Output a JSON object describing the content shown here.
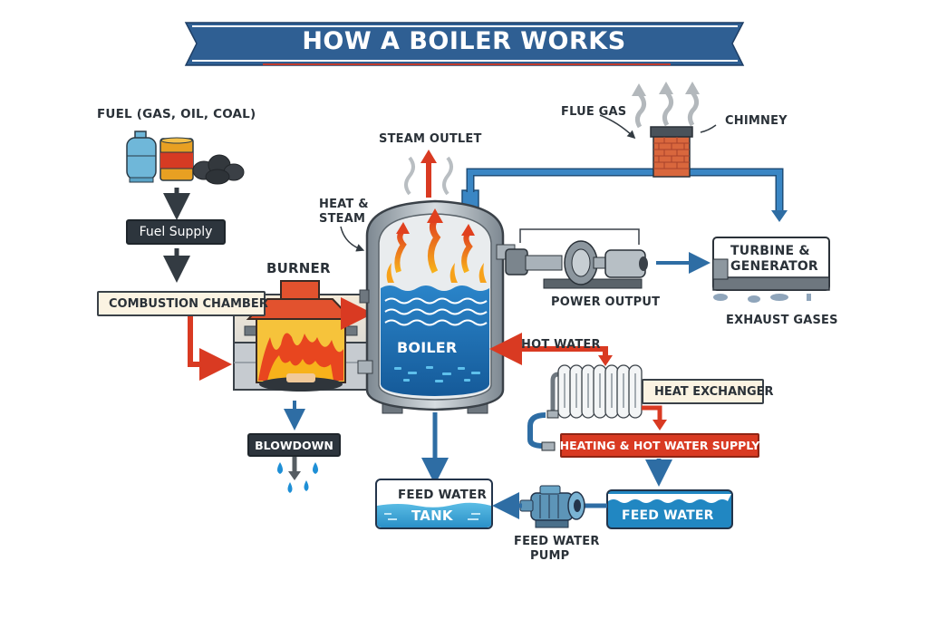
{
  "title": "HOW A BOILER WORKS",
  "colors": {
    "banner_blue": "#2f5f93",
    "banner_red": "#c0392b",
    "pipe_blue": "#2e6da4",
    "flow_red": "#d93a22",
    "dark_label": "#2d353d",
    "cream_label": "#fbf3e2",
    "water_blue": "#1f6fb4",
    "steel_gray": "#8f9aa3"
  },
  "labels": {
    "fuel": "FUEL (GAS, OIL, COAL)",
    "fuel_supply": "Fuel Supply",
    "burner": "BURNER",
    "combustion_chamber": "COMBUSTION CHAMBER",
    "blowdown": "BLOWDOWN",
    "steam_outlet": "STEAM OUTLET",
    "heat_steam_line1": "HEAT &",
    "heat_steam_line2": "STEAM",
    "boiler": "BOILER",
    "flue_gas": "FLUE GAS",
    "chimney": "CHIMNEY",
    "turbine_line1": "TURBINE &",
    "turbine_line2": "GENERATOR",
    "power_output": "POWER OUTPUT",
    "exhaust_gases": "EXHAUST GASES",
    "hot_water": "HOT WATER",
    "heat_exchanger": "HEAT EXCHANGER",
    "heating_supply": "HEATING & HOT WATER SUPPLY",
    "feed_water_tank_line1": "FEED WATER",
    "feed_water_tank_line2": "TANK",
    "feed_water": "FEED WATER",
    "pump_line1": "FEED WATER",
    "pump_line2": "PUMP"
  },
  "icons": {
    "gas_cylinder": "gas-cylinder-icon",
    "oil_barrel": "oil-barrel-icon",
    "coal_pile": "coal-pile-icon",
    "burner": "burner-flame-icon",
    "boiler_vessel": "boiler-vessel-icon",
    "chimney": "brick-chimney-icon",
    "turbine": "steam-turbine-icon",
    "radiator": "radiator-heat-exchanger-icon",
    "pump": "water-pump-icon",
    "water_drops": "water-drops-icon"
  }
}
